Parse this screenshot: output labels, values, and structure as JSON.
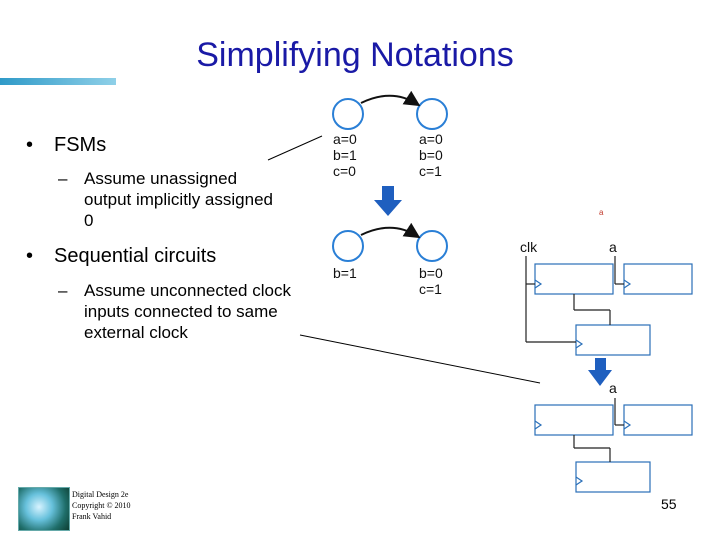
{
  "slide": {
    "title": "Simplifying Notations",
    "bullets": [
      {
        "text": "FSMs",
        "sub": "Assume unassigned output implicitly assigned 0"
      },
      {
        "text": "Sequential circuits",
        "sub": "Assume unconnected clock inputs connected to same external clock"
      }
    ],
    "bullet_glyph": "•",
    "sub_glyph": "–",
    "footer": {
      "line1": "Digital Design 2e",
      "line2": "Copyright © 2010",
      "line3": "Frank Vahid"
    },
    "page_number": "55"
  },
  "fsm_top": {
    "left_state": [
      "a=0",
      "b=1",
      "c=0"
    ],
    "right_state": [
      "a=0",
      "b=0",
      "c=1"
    ]
  },
  "fsm_bottom": {
    "left_state": [
      "b=1"
    ],
    "right_state": [
      "b=0",
      "c=1"
    ]
  },
  "circuit": {
    "small_label": "a",
    "clk_label": "clk",
    "a_label_top": "a",
    "a_label_bottom": "a"
  },
  "colors": {
    "title": "#1a1aa6",
    "arrow": "#1f5fbf",
    "state_circle": "#2a7fd6",
    "accent": "#2f9ac8",
    "small_label": "#c0392b"
  }
}
